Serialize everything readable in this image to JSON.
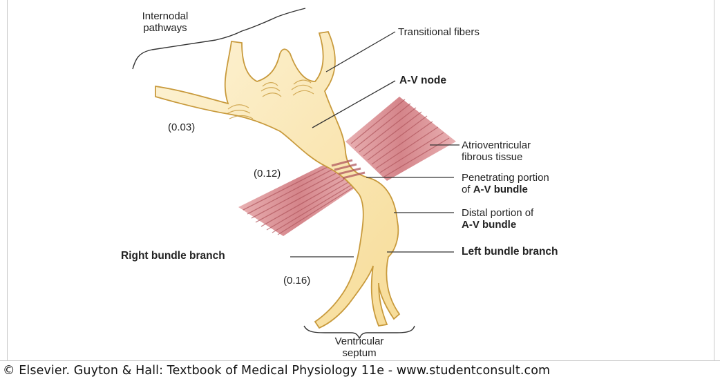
{
  "labels": {
    "internodal_line1": "Internodal",
    "internodal_line2": "pathways",
    "transitional_fibers": "Transitional fibers",
    "av_node": "A-V node",
    "time_003": "(0.03)",
    "time_012": "(0.12)",
    "time_016": "(0.16)",
    "av_fibrous_line1": "Atrioventricular",
    "av_fibrous_line2": "fibrous tissue",
    "penetrating_line1": "Penetrating portion",
    "penetrating_line2_prefix": "of",
    "penetrating_line2_bold": "A-V bundle",
    "distal_line1": "Distal portion of",
    "distal_line2": "A-V bundle",
    "right_bundle": "Right bundle branch",
    "left_bundle": "Left bundle branch",
    "septum_line1": "Ventricular",
    "septum_line2": "septum"
  },
  "copyright": "© Elsevier. Guyton & Hall: Textbook of Medical Physiology 11e - www.studentconsult.com",
  "colors": {
    "tissue_fill": "#f9e7b4",
    "tissue_light": "#fdf3d6",
    "tissue_outline": "#c89a3c",
    "muscle_fill": "#d98f92",
    "muscle_stripe": "#b35c62",
    "line": "#333333"
  }
}
